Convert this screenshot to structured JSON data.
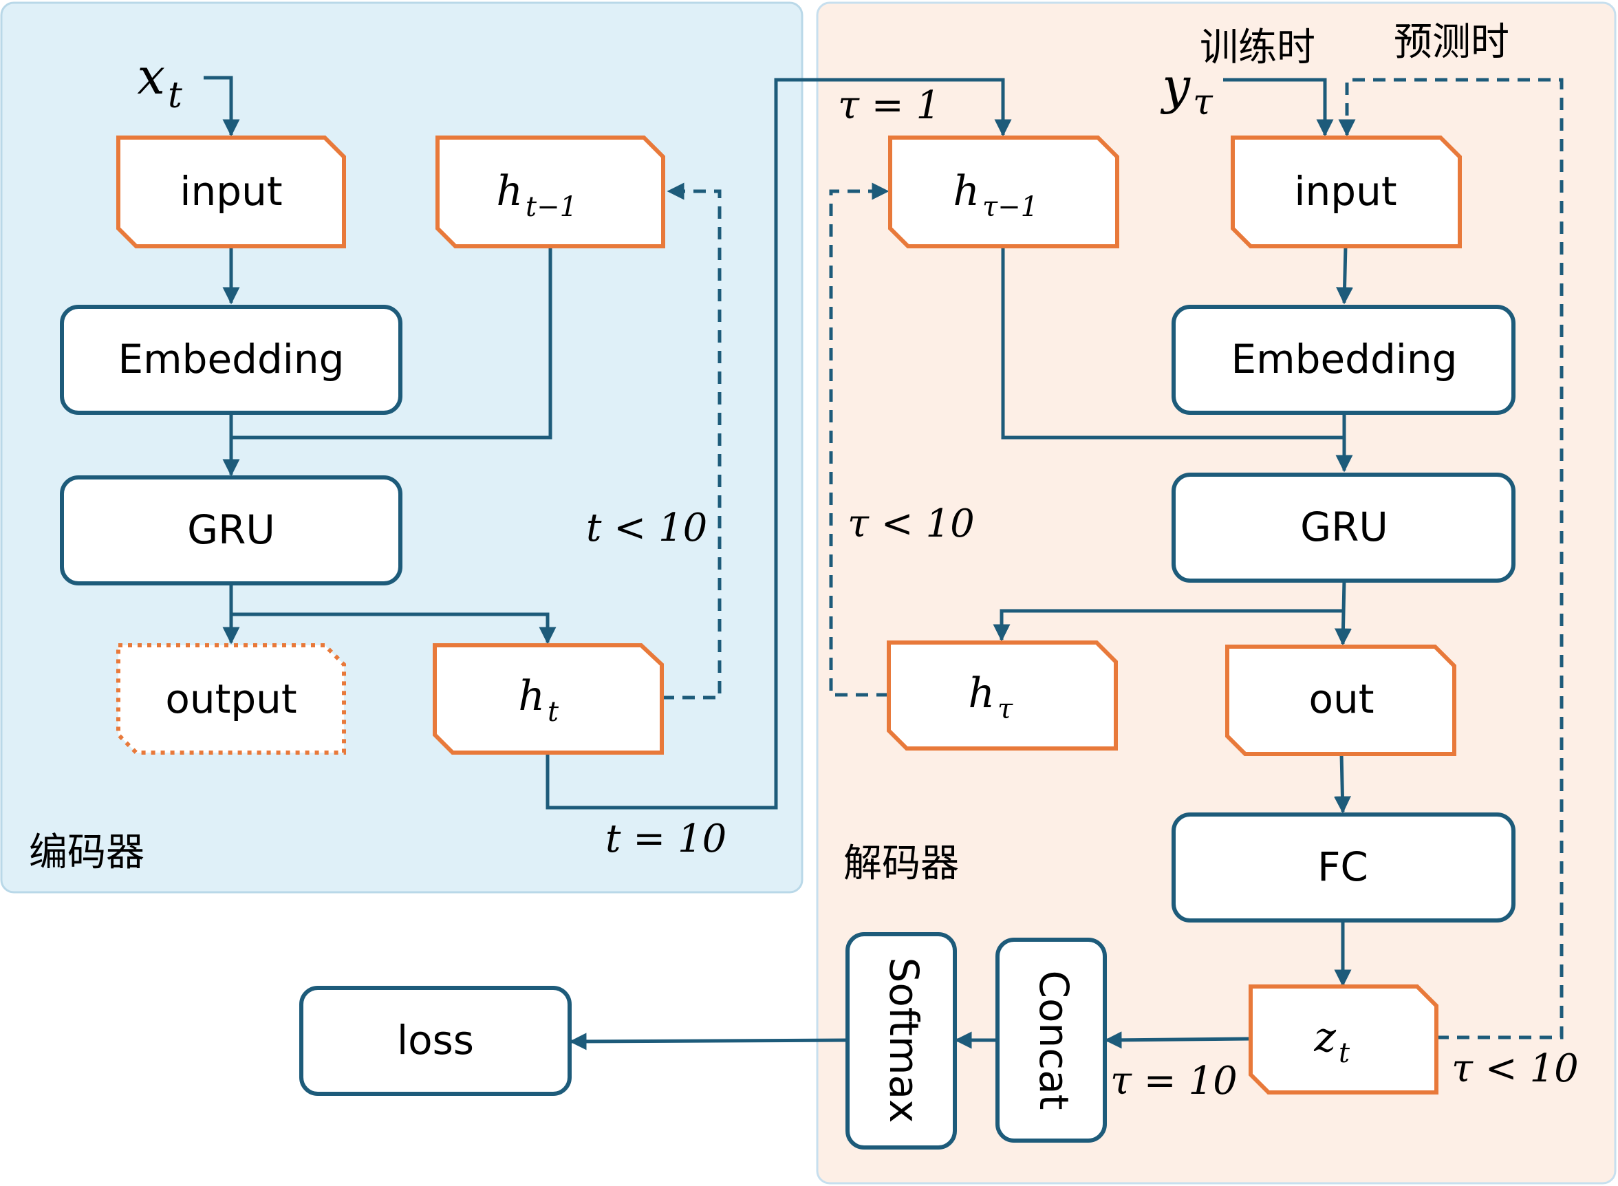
{
  "regions": {
    "encoder_label": "编码器",
    "decoder_label": "解码器",
    "encoder_color": "#dff0f8",
    "decoder_color": "#fdefe6"
  },
  "encoder": {
    "x_t": "x",
    "x_t_sub": "t",
    "input": "input",
    "h_prev": "h",
    "h_prev_sub": "t−1",
    "embedding": "Embedding",
    "gru": "GRU",
    "output": "output",
    "h_t": "h",
    "h_t_sub": "t",
    "cond_loop": "t < 10",
    "cond_end": "t = 10"
  },
  "decoder": {
    "train_label": "训练时",
    "predict_label": "预测时",
    "y_tau": "y",
    "y_tau_sub": "τ",
    "tau_init": "τ = 1",
    "h_prev": "h",
    "h_prev_sub": "τ−1",
    "input": "input",
    "embedding": "Embedding",
    "gru": "GRU",
    "cond_loop": "τ < 10",
    "h_tau": "h",
    "h_tau_sub": "τ",
    "out": "out",
    "fc": "FC",
    "z_t": "z",
    "z_t_sub": "t",
    "cond_end": "τ = 10",
    "cond_feedback": "τ < 10",
    "concat": "Concat",
    "softmax": "Softmax"
  },
  "loss": "loss",
  "colors": {
    "blue_stroke": "#1d5b7a",
    "orange_stroke": "#e8793a"
  }
}
